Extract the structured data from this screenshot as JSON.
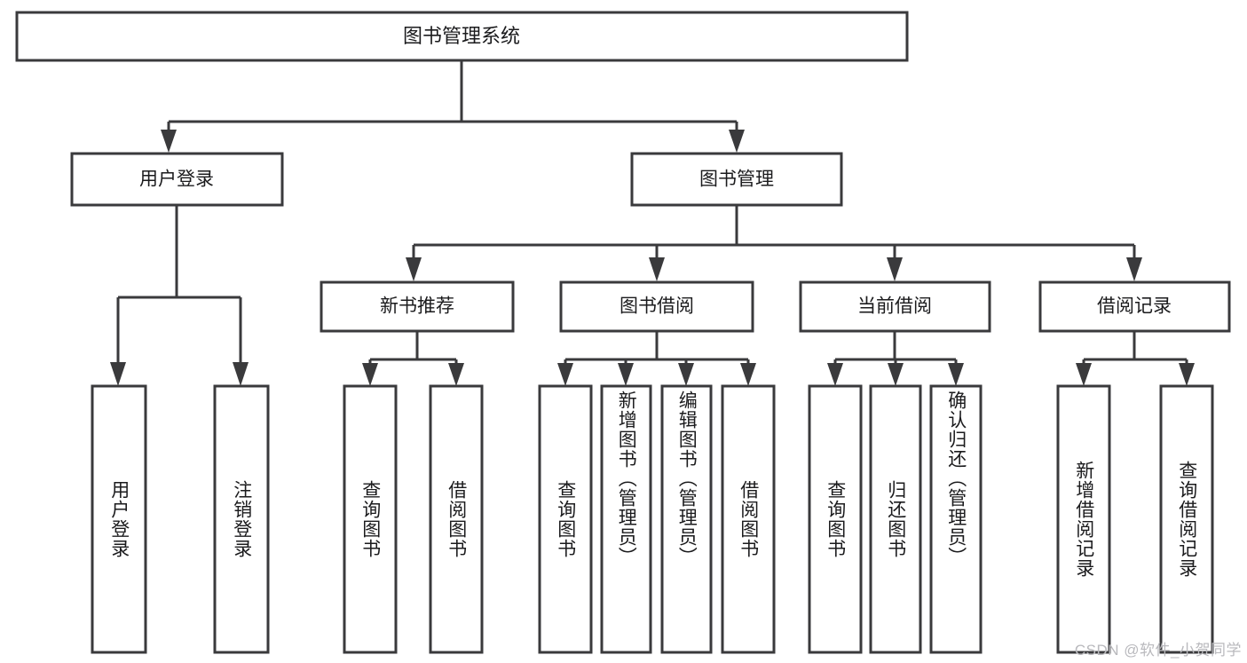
{
  "diagram": {
    "type": "hierarchy-tree",
    "orientation": "top-down",
    "colors": {
      "background": "#ffffff",
      "box_fill": "#ffffff",
      "box_stroke": "#3a3a3c",
      "connector": "#3a3a3c",
      "text": "#1b1b1d",
      "watermark": "#b9b9bd"
    },
    "root": {
      "id": "root",
      "label": "图书管理系统"
    },
    "level2": [
      {
        "id": "user-login",
        "label": "用户登录"
      },
      {
        "id": "book-management",
        "label": "图书管理"
      }
    ],
    "level3": [
      {
        "id": "new-book-recommend",
        "label": "新书推荐",
        "parent": "book-management"
      },
      {
        "id": "book-borrow",
        "label": "图书借阅",
        "parent": "book-management"
      },
      {
        "id": "current-borrow",
        "label": "当前借阅",
        "parent": "book-management"
      },
      {
        "id": "borrow-record",
        "label": "借阅记录",
        "parent": "book-management"
      }
    ],
    "leaves": [
      {
        "id": "leaf-user-login",
        "label": "用户登录",
        "parent": "user-login"
      },
      {
        "id": "leaf-user-logout",
        "label": "注销登录",
        "parent": "user-login"
      },
      {
        "id": "leaf-query-book-1",
        "label": "查询图书",
        "parent": "new-book-recommend"
      },
      {
        "id": "leaf-borrow-book-1",
        "label": "借阅图书",
        "parent": "new-book-recommend"
      },
      {
        "id": "leaf-query-book-2",
        "label": "查询图书",
        "parent": "book-borrow"
      },
      {
        "id": "leaf-add-book",
        "label": "新增图书（管理员）",
        "parent": "book-borrow"
      },
      {
        "id": "leaf-edit-book",
        "label": "编辑图书（管理员）",
        "parent": "book-borrow"
      },
      {
        "id": "leaf-borrow-book-2",
        "label": "借阅图书",
        "parent": "book-borrow"
      },
      {
        "id": "leaf-query-book-3",
        "label": "查询图书",
        "parent": "current-borrow"
      },
      {
        "id": "leaf-return-book",
        "label": "归还图书",
        "parent": "current-borrow"
      },
      {
        "id": "leaf-confirm-return",
        "label": "确认归还（管理员）",
        "parent": "current-borrow"
      },
      {
        "id": "leaf-add-record",
        "label": "新增借阅记录",
        "parent": "borrow-record"
      },
      {
        "id": "leaf-query-record",
        "label": "查询借阅记录",
        "parent": "borrow-record"
      }
    ]
  },
  "watermark": {
    "text": "CSDN @软件_小贺同学"
  }
}
